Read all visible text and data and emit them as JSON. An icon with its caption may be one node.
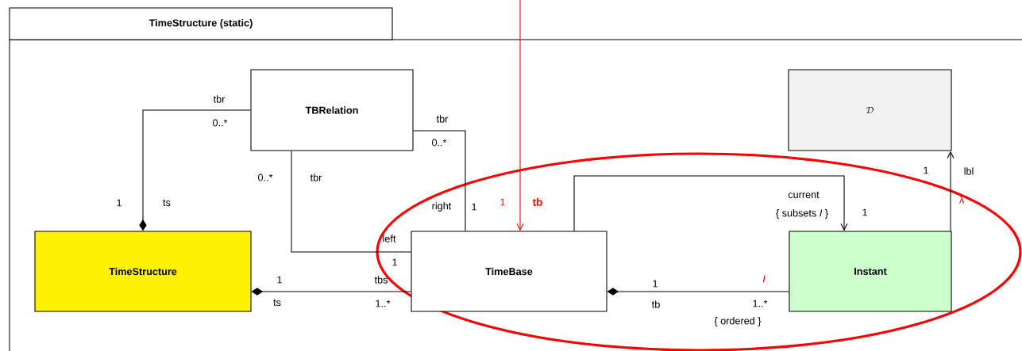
{
  "diagram": {
    "nodes": [
      {
        "text": [
          "TimeStructure (static)"
        ]
      },
      {
        "text": [
          "TBRelation"
        ],
        "in": 0
      },
      {
        "text": [
          "TimeStructure"
        ],
        "in": 0
      },
      {
        "text": [
          "TimeBase"
        ],
        "in": 0
      },
      {
        "text": [
          "Instant"
        ],
        "in": 0
      },
      {
        "text": [
          "\\mathcal{D}"
        ],
        "in": 0
      }
    ],
    "edges": [
      {
        "from": 2,
        "to": 1,
        "arrow": "other"
      },
      {
        "from": 1,
        "to": 3,
        "arrow": "none"
      },
      {
        "from": 1,
        "to": 3,
        "arrow": "none"
      },
      {
        "from": 2,
        "to": 3,
        "arrow": "other"
      },
      {
        "from": 3,
        "to": 4,
        "arrow": "to"
      },
      {
        "from": 3,
        "to": 4,
        "arrow": "other"
      },
      {
        "from": 4,
        "to": 5,
        "arrow": "to"
      },
      {
        "from": null,
        "to": 3,
        "arrow": "to",
        "color": "#ff0000"
      }
    ],
    "labels": [
      "tbr",
      "0..*",
      "tbr",
      "0..*",
      "0..*",
      "tbr",
      "1",
      "lbl",
      "1",
      "ts",
      "right",
      "1",
      "1",
      "tb",
      "current",
      "{ subsets *I* }",
      "1",
      "λ",
      "left",
      "1",
      "1",
      "tbs",
      "I",
      "1",
      "ts",
      "1..*",
      "tb",
      "1..*",
      "{ ordered }"
    ]
  }
}
